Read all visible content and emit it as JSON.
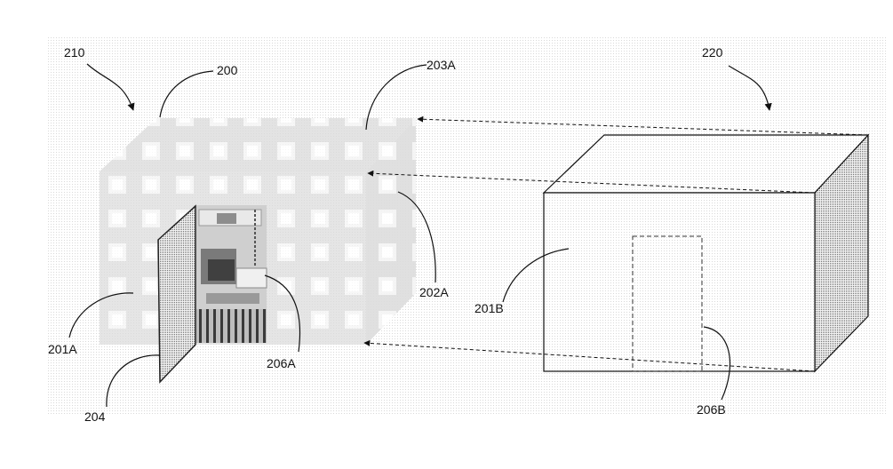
{
  "labels": {
    "scene_real": "210",
    "scene_virtual": "220",
    "real_space": "200",
    "real_top_face": "203A",
    "real_side_face": "202A",
    "real_front_face": "201A",
    "door": "204",
    "real_opening": "206A",
    "virtual_front_face": "201B",
    "virtual_opening": "206B"
  }
}
